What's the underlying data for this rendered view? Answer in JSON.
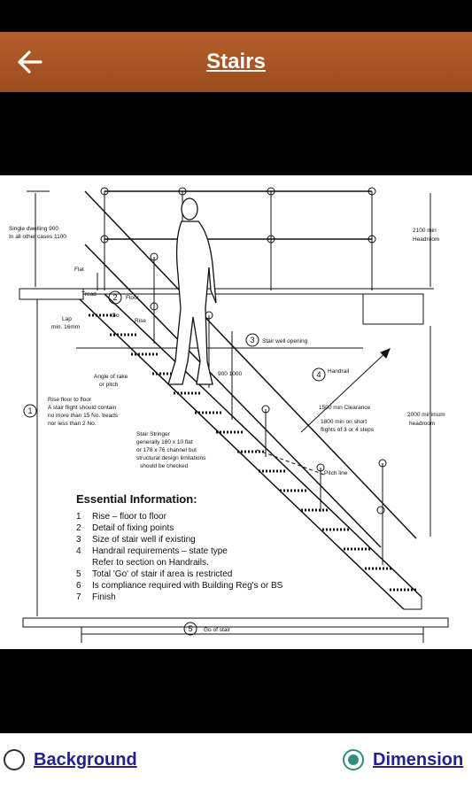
{
  "appbar": {
    "title": "Stairs",
    "back_icon": "arrow-left-icon"
  },
  "colors": {
    "appbar_top": "#b45e2b",
    "appbar_bottom": "#9c4c1f",
    "radio_accent": "#2f8f7e",
    "link_text": "#22228c"
  },
  "diagram": {
    "labels": {
      "single_dwelling_1": "Single dwelling 900",
      "single_dwelling_2": "In all other cases 1100",
      "headroom_min_1": "2100 min",
      "headroom_min_2": "Headroom",
      "flat": "Flat",
      "tread": "Tread",
      "floor": "Floor",
      "go": "Go",
      "rise_top": "Rise",
      "lap_1": "Lap",
      "lap_2": "min. 16mm",
      "stair_well_opening": "Stair well opening",
      "angle_1": "Angle of rake",
      "angle_2": "or pitch",
      "handrail_height": "900  1000",
      "handrail": "Handrail",
      "rise_note_1": "Rise    floor to floor",
      "rise_note_2": "A stair flight should contain",
      "rise_note_3": "no more than 15 No. treads",
      "rise_note_4": "nor less than 2 No.",
      "clearance_1": "1500 min  Clearance",
      "clearance_2": "1800 min  on short",
      "clearance_3": "flights of 3 or 4 steps",
      "headroom_2000_1": "2000 minimum",
      "headroom_2000_2": "headroom",
      "stringer_1": "Stair Stringer",
      "stringer_2": "generally 180 x 10 flat",
      "stringer_3": "or 178 x 76 channel but",
      "stringer_4": "structural design limitations",
      "stringer_5": "should be checked",
      "pitch_line": "Pitch line",
      "go_of_stair": "Go of stair",
      "num_1": "1",
      "num_2": "2",
      "num_3": "3",
      "num_4": "4",
      "num_5": "5"
    },
    "essential_title": "Essential Information:",
    "essential_items": [
      {
        "num": "1",
        "text": "Rise – floor to floor"
      },
      {
        "num": "2",
        "text": "Detail of fixing points"
      },
      {
        "num": "3",
        "text": "Size of stair well if existing"
      },
      {
        "num": "4",
        "text": "Handrail requirements – state type"
      },
      {
        "num": "",
        "text": "Refer to section on Handrails."
      },
      {
        "num": "5",
        "text": "Total 'Go' of stair if area is restricted"
      },
      {
        "num": "6",
        "text": "Is compliance required with Building Reg's or BS"
      },
      {
        "num": "7",
        "text": "Finish"
      }
    ]
  },
  "options": {
    "background_label": "Background",
    "dimension_label": "Dimension",
    "background_checked": false,
    "dimension_checked": true
  }
}
